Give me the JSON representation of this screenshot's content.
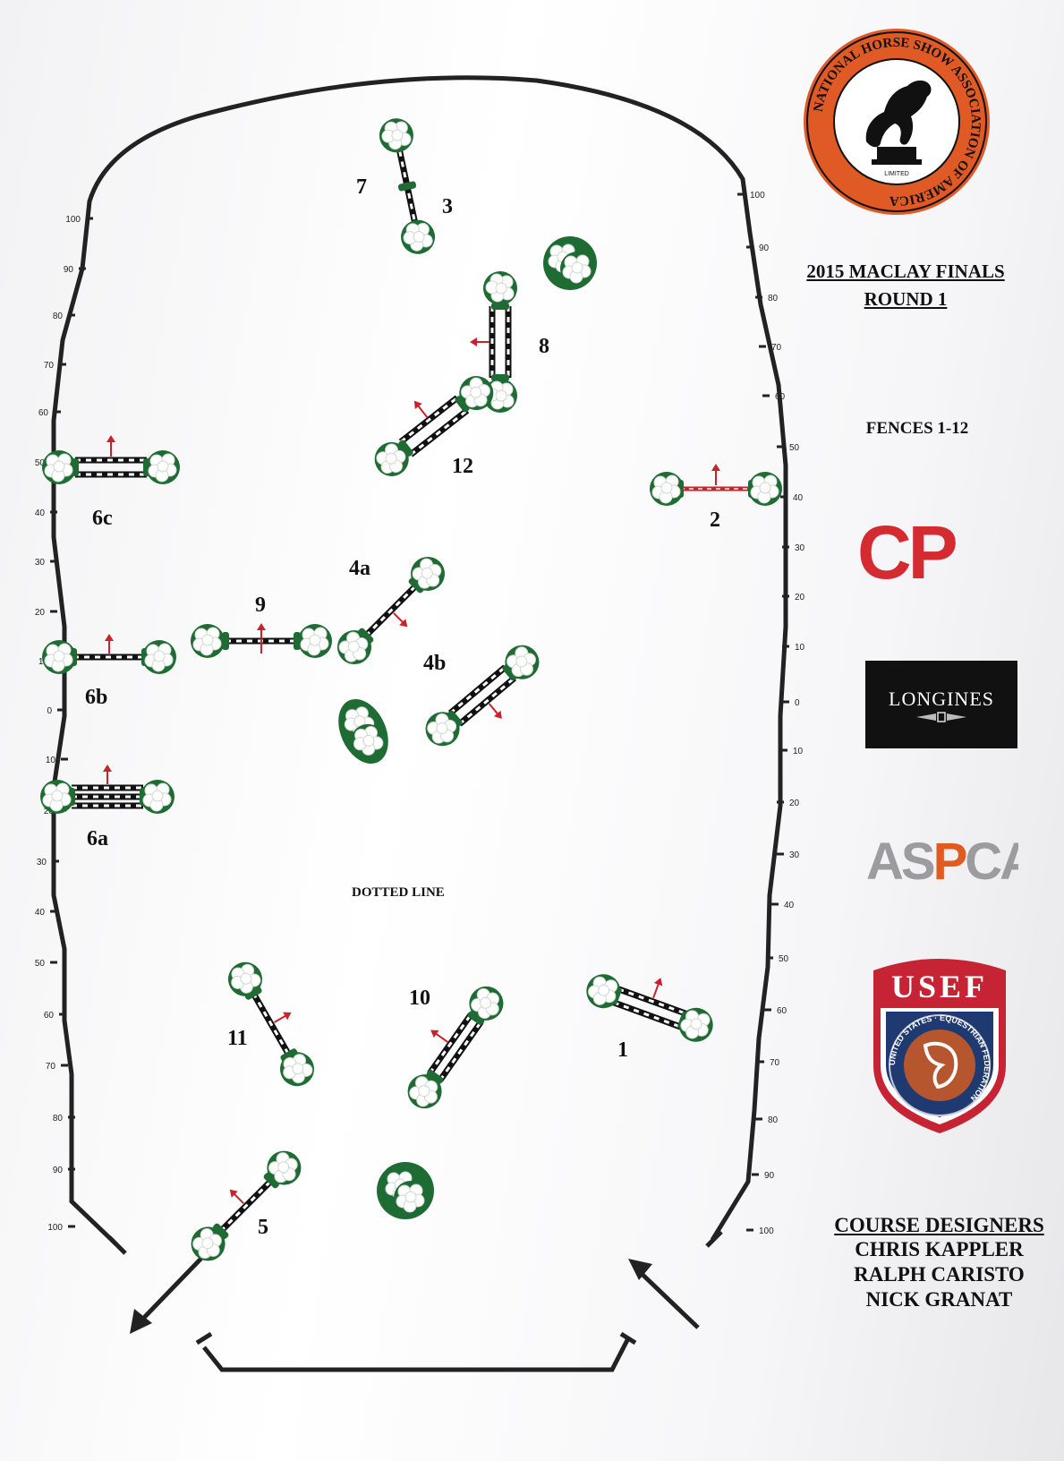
{
  "title": "2015 MACLAY FINALS",
  "round": "ROUND 1",
  "fences_label": "FENCES 1-12",
  "dotted_line_label": "DOTTED LINE",
  "course_designers": {
    "header": "COURSE DESIGNERS",
    "names": [
      "CHRIS KAPPLER",
      "RALPH CARISTO",
      "NICK GRANAT"
    ]
  },
  "fence_numbers": [
    "1",
    "2",
    "3",
    "4a",
    "4b",
    "5",
    "6a",
    "6b",
    "6c",
    "7",
    "8",
    "9",
    "10",
    "11",
    "12"
  ],
  "ruler_left": [
    "100",
    "90",
    "80",
    "70",
    "60",
    "50",
    "40",
    "30",
    "20",
    "10",
    "0",
    "10",
    "20",
    "30",
    "40",
    "50",
    "60",
    "70",
    "80",
    "90",
    "100"
  ],
  "ruler_right": [
    "100",
    "90",
    "80",
    "70",
    "60",
    "50",
    "40",
    "30",
    "20",
    "10",
    "0",
    "10",
    "20",
    "30",
    "40",
    "50",
    "60",
    "70",
    "80",
    "90",
    "100"
  ],
  "logos": {
    "nhsa": "NATIONAL HORSE SHOW ASSOCIATION OF AMERICA",
    "nhsa_small": "LIMITED",
    "cp": "CP",
    "longines": "LONGINES",
    "aspca_left": "AS",
    "aspca_mid": "P",
    "aspca_right": "CA",
    "usef": "USEF",
    "usef_ring": "UNITED STATES · EQUESTRIAN FEDERATION"
  },
  "colors": {
    "rail_green": "#1f6b34",
    "arrow_red": "#c8232c",
    "cp_red": "#d42b30",
    "nhsa_orange": "#e05a26",
    "usef_red": "#c62434",
    "usef_blue": "#1e3a70"
  }
}
